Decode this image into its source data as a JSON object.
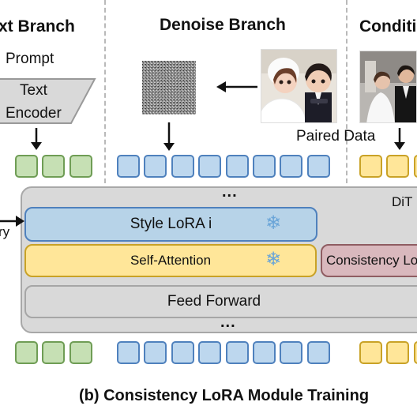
{
  "headers": {
    "text_branch": "xt Branch",
    "denoise_branch": "Denoise Branch",
    "condition_branch": "Conditi"
  },
  "text_branch": {
    "prompt": "Prompt",
    "encoder_line1": "Text",
    "encoder_line2": "Encoder"
  },
  "denoise_branch": {
    "paired_data": "Paired Data"
  },
  "dit": {
    "label": "DiT",
    "dots_top": "...",
    "dots_bottom": "...",
    "style_lora": "Style LoRA i",
    "self_attention": "Self-Attention",
    "consistency_lora": "Consistency Lo",
    "feed_forward": "Feed Forward",
    "left_fragment": "ry"
  },
  "caption": "(b) Consistency LoRA Module Training",
  "colors": {
    "green_token": "#c6e0b4",
    "blue_token": "#bdd7ee",
    "yellow_token": "#ffe699",
    "dit_bg": "#d9d9d9",
    "style_lora": "#b7d3e8",
    "self_attention": "#ffe699",
    "consistency_lora": "#d9b8bd",
    "feed_forward": "#d9d9d9"
  },
  "icons": [
    "arrow-icon",
    "snowflake-icon",
    "noise-image",
    "couple-illustration",
    "couple-photo"
  ]
}
